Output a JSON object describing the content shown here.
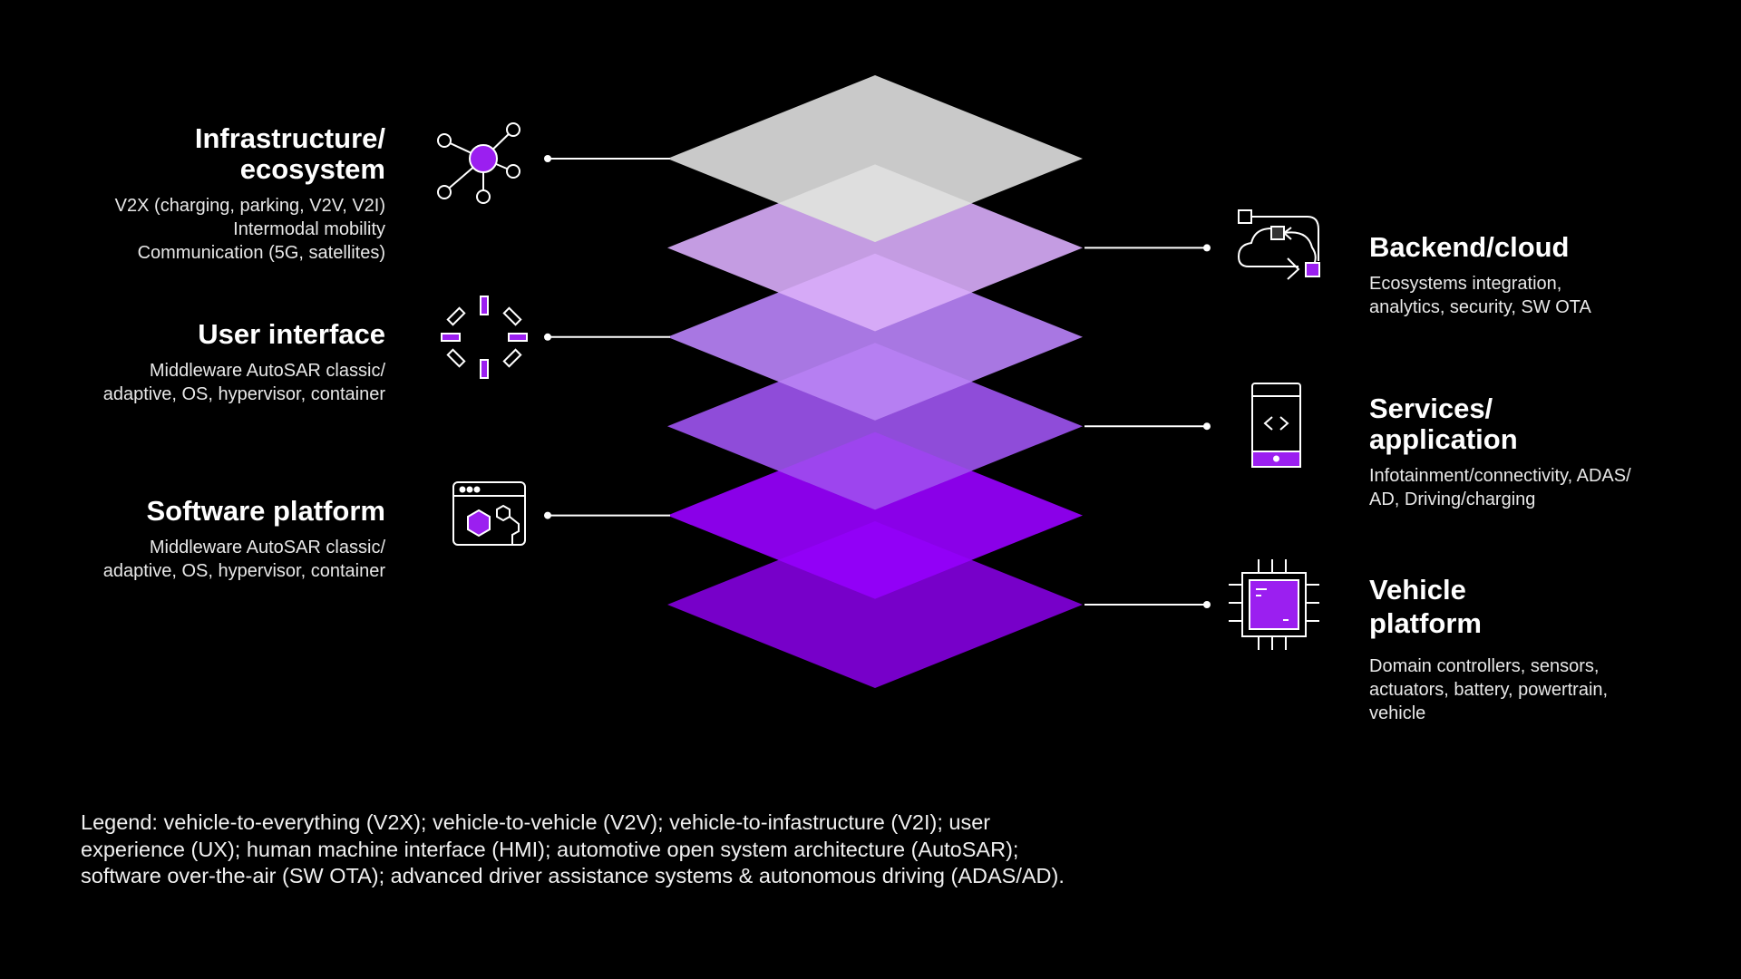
{
  "left_layers": [
    {
      "title_lines": [
        "Infrastructure/",
        "ecosystem"
      ],
      "body_lines": [
        "V2X (charging, parking, V2V, V2I)",
        "Intermodal mobility",
        "Communication (5G, satellites)"
      ],
      "icon": "network-node-icon"
    },
    {
      "title_lines": [
        "User interface"
      ],
      "body_lines": [
        "Middleware AutoSAR classic/",
        "adaptive, OS, hypervisor, container"
      ],
      "icon": "sparkle-burst-icon"
    },
    {
      "title_lines": [
        "Software platform"
      ],
      "body_lines": [
        "Middleware AutoSAR classic/",
        "adaptive, OS, hypervisor, container"
      ],
      "icon": "browser-hexagon-icon"
    }
  ],
  "right_layers": [
    {
      "title_lines": [
        "Backend/cloud"
      ],
      "body_lines": [
        "Ecosystems integration,",
        "analytics, security, SW OTA"
      ],
      "icon": "cloud-flow-icon"
    },
    {
      "title_lines": [
        "Services/",
        "application"
      ],
      "body_lines": [
        "Infotainment/connectivity, ADAS/",
        "AD, Driving/charging"
      ],
      "icon": "mobile-code-icon"
    },
    {
      "title_lines": [
        "Vehicle",
        "platform"
      ],
      "body_lines": [
        "Domain controllers, sensors,",
        "actuators, battery, powertrain,",
        "vehicle"
      ],
      "icon": "chip-icon"
    }
  ],
  "stack_colors": [
    "#c9c9c9",
    "#c49ce2",
    "#a877e2",
    "#8f4cd9",
    "#8a00e8",
    "#7700c9"
  ],
  "overlap_colors": [
    "#dedede",
    "#d6aaf7",
    "#b67ff2",
    "#9d45ee",
    "#9200f7"
  ],
  "accent": "#9b1ff0",
  "legend_lines": [
    "Legend: vehicle-to-everything (V2X); vehicle-to-vehicle (V2V); vehicle-to-infastructure (V2I); user",
    "experience (UX); human machine interface (HMI); automotive open system architecture (AutoSAR);",
    "software over-the-air (SW OTA); advanced driver assistance systems & autonomous driving (ADAS/AD)."
  ]
}
